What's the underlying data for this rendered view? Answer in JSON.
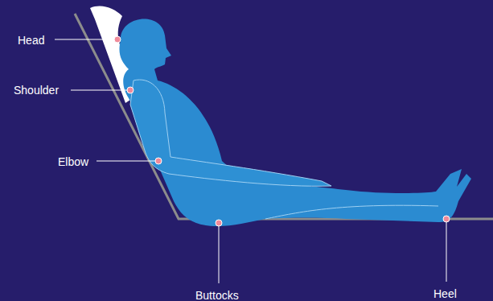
{
  "diagram": {
    "labels": [
      "Head",
      "Shoulder",
      "Elbow",
      "Buttocks",
      "Heel"
    ]
  }
}
